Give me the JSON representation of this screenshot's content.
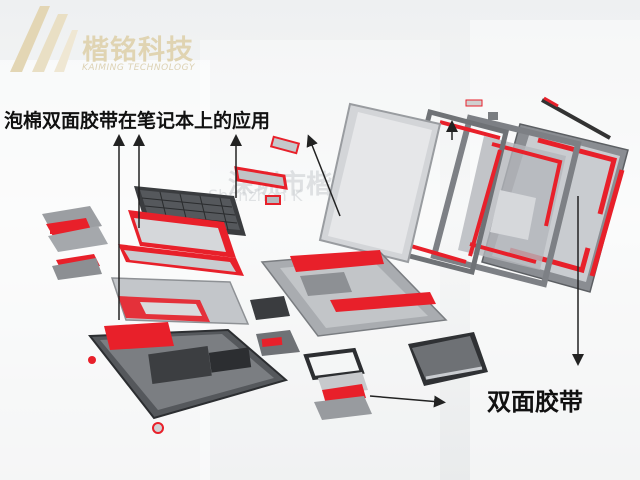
{
  "logo": {
    "brand_cn": "楷铭科技",
    "brand_en": "KAIMING TECHNOLOGY",
    "color": "#d8c79b"
  },
  "captions": {
    "top": "泡棉双面胶带在笔记本上的应用",
    "bottom_right": "双面胶带"
  },
  "watermark": {
    "cn": "深圳市楷铭",
    "en": "Shenzhen K"
  },
  "colors": {
    "tape_red": "#e8202a",
    "metal": "#b9bcc0",
    "dark": "#2c2e31",
    "arrow": "#222222"
  }
}
